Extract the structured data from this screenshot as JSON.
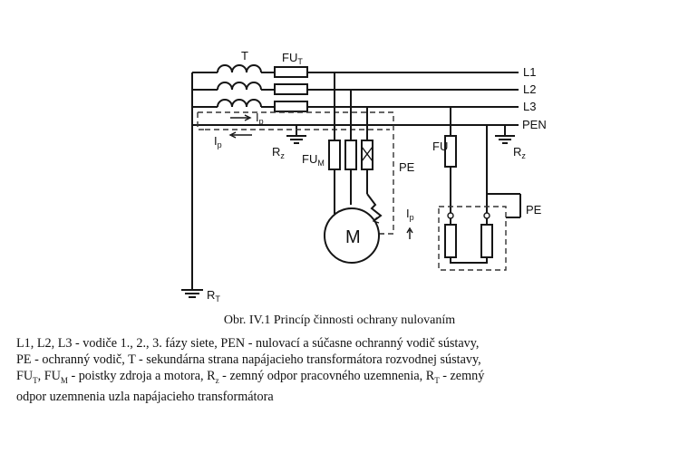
{
  "labels": {
    "transformer": "T",
    "fuse_source": "FU",
    "fuse_source_sub": "T",
    "l1": "L1",
    "l2": "L2",
    "l3": "L3",
    "pen": "PEN",
    "ip": "I",
    "ip_sub": "p",
    "rz": "R",
    "rz_sub": "z",
    "fu_motor": "FU",
    "fu_motor_sub": "M",
    "pe": "PE",
    "motor": "M",
    "fu": "FU",
    "rt": "R",
    "rt_sub": "T"
  },
  "caption": "Obr. IV.1  Princíp činnosti ochrany nulovaním",
  "legend": {
    "line1": "L1, L2, L3 - vodiče 1., 2., 3. fázy siete,  PEN - nulovací a súčasne  ochranný  vodič sústavy,",
    "line2": "PE - ochranný vodič, T - sekundárna strana napájacieho transformátora rozvodnej sústavy,",
    "line3_a": "FU",
    "line3_a_sub": "T",
    "line3_b": ", FU",
    "line3_b_sub": "M",
    "line3_c": " - poistky zdroja a motora, R",
    "line3_c_sub": "z",
    "line3_d": " - zemný odpor pracovného uzemnenia, R",
    "line3_d_sub": "T",
    "line3_e": " - zemný",
    "line4": "odpor uzemnenia uzla napájacieho transformátora"
  }
}
